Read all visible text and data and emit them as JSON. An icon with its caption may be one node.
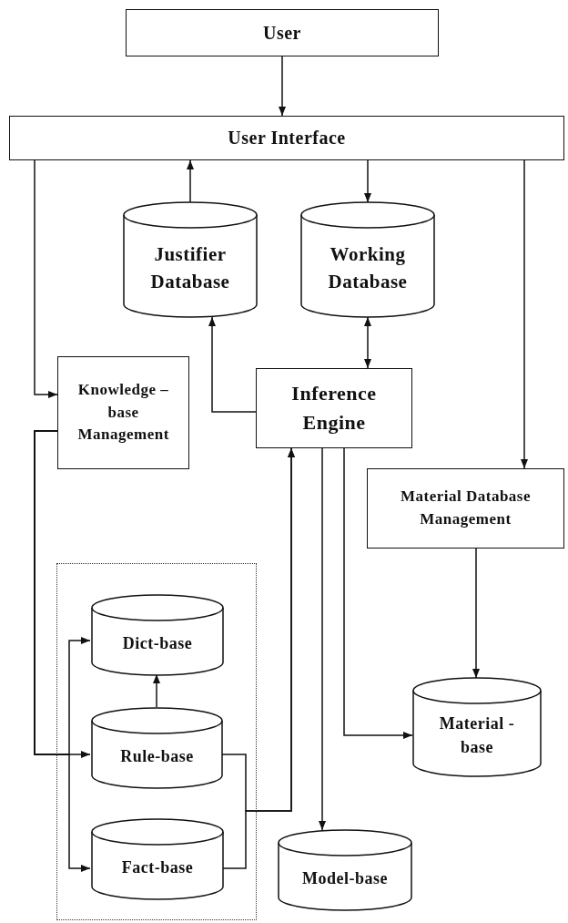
{
  "diagram": {
    "nodes": [
      {
        "text": [
          "User"
        ]
      },
      {
        "text": [
          "User Interface"
        ]
      },
      {
        "text": [
          "Justifier Database"
        ]
      },
      {
        "text": [
          "Working Database"
        ]
      },
      {
        "text": [
          "Knowledge –base Management"
        ]
      },
      {
        "text": [
          "Inference Engine"
        ]
      },
      {
        "text": [
          "Material Database Management"
        ]
      },
      {
        "text": [],
        "shape": "box"
      },
      {
        "text": [
          "Dict-base"
        ],
        "in": 7
      },
      {
        "text": [
          "Rule-base"
        ],
        "in": 7
      },
      {
        "text": [
          "Fact-base"
        ],
        "in": 7
      },
      {
        "text": [
          "Material -base"
        ]
      },
      {
        "text": [
          "Model-base"
        ]
      }
    ],
    "edges": [
      {
        "from": 0,
        "to": 1,
        "arrow": "to"
      },
      {
        "from": 2,
        "to": 1,
        "arrow": "to"
      },
      {
        "from": 1,
        "to": 3,
        "arrow": "to"
      },
      {
        "from": 1,
        "to": 4,
        "arrow": "to"
      },
      {
        "from": 1,
        "to": 6,
        "arrow": "to"
      },
      {
        "from": 3,
        "to": 5,
        "arrow": "both"
      },
      {
        "from": 5,
        "to": 2,
        "arrow": "to"
      },
      {
        "from": 4,
        "to": 8,
        "arrow": "to"
      },
      {
        "from": 4,
        "to": 9,
        "arrow": "to"
      },
      {
        "from": 4,
        "to": 10,
        "arrow": "to"
      },
      {
        "from": 9,
        "to": 8,
        "arrow": "to"
      },
      {
        "from": 9,
        "to": 5,
        "arrow": "to"
      },
      {
        "from": 10,
        "to": 5,
        "arrow": "to"
      },
      {
        "from": 5,
        "to": 12,
        "arrow": "to"
      },
      {
        "from": 5,
        "to": 11,
        "arrow": "to"
      },
      {
        "from": 6,
        "to": 11,
        "arrow": "to"
      }
    ]
  }
}
